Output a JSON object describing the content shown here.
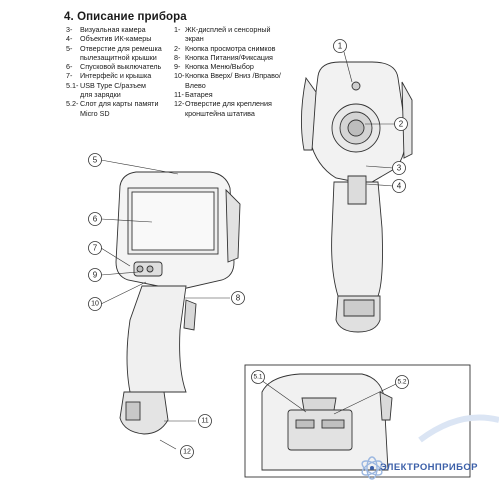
{
  "document": {
    "heading": "4. Описание прибора",
    "left_items": [
      {
        "num": "3-",
        "text": "Визуальная камера"
      },
      {
        "num": "4-",
        "text": "Объектив ИК-камеры"
      },
      {
        "num": "5-",
        "text": "Отверстие для ремешка"
      },
      {
        "num": "",
        "text": "пылезащитной крышки"
      },
      {
        "num": "6-",
        "text": "Спусковой выключатель"
      },
      {
        "num": "7-",
        "text": "Интерфейс и крышка"
      },
      {
        "num": "5.1-",
        "text": "USB Type C/разъем"
      },
      {
        "num": "",
        "text": "для зарядки"
      },
      {
        "num": "5.2-",
        "text": "Слот для карты памяти"
      },
      {
        "num": "",
        "text": "Micro SD"
      }
    ],
    "right_items": [
      {
        "num": "1-",
        "text": "ЖК-дисплей и сенсорный"
      },
      {
        "num": "",
        "text": "экран"
      },
      {
        "num": "2-",
        "text": "Кнопка просмотра снимков"
      },
      {
        "num": "8-",
        "text": "Кнопка Питания/Фиксация"
      },
      {
        "num": "9-",
        "text": "Кнопка Меню/Выбор"
      },
      {
        "num": "10-",
        "text": "Кнопка Вверх/ Вниз /Вправо/"
      },
      {
        "num": "",
        "text": "Влево"
      },
      {
        "num": "11-",
        "text": "Батарея"
      },
      {
        "num": "12-",
        "text": "Отверстие для крепления"
      },
      {
        "num": "",
        "text": "кронштейна штатива"
      }
    ]
  },
  "callouts": [
    "1",
    "2",
    "3",
    "4",
    "5",
    "6",
    "7",
    "8",
    "9",
    "10",
    "11",
    "12",
    "5.1",
    "5.2"
  ],
  "watermark": {
    "text": "ЭЛЕКТРОНПРИБОР",
    "color": "#3b5fa8"
  },
  "colors": {
    "outline": "#333333",
    "body_gray": "#e6e6e6",
    "accent_blue": "#9bb7e0"
  }
}
